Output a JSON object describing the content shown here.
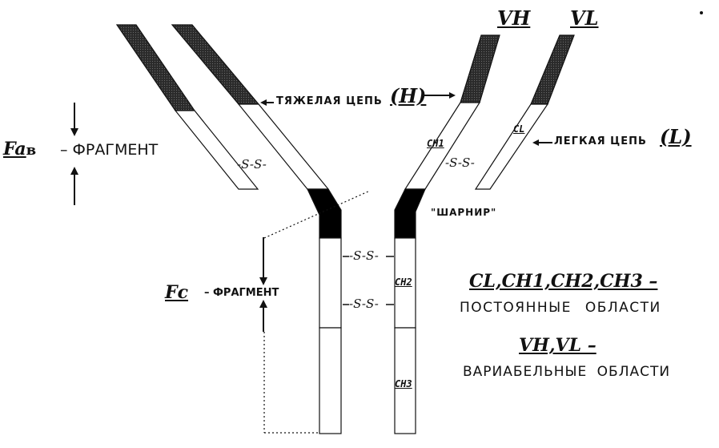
{
  "labels": {
    "vh_top": "VH",
    "vl_top": "VL",
    "heavy_chain": "ТЯЖЕЛАЯ ЦЕПЬ",
    "heavy_chain_symbol": "(H)",
    "light_chain": "ЛЕГКАЯ ЦЕПЬ",
    "light_chain_symbol": "(L)",
    "fab_symbol": "Fa",
    "fab_suffix": "в",
    "fab_fragment": "– ФРАГМЕНТ",
    "fc_symbol": "Fc",
    "fc_fragment": "– ФРАГМЕНТ",
    "hinge": "\"ШАРНИР\"",
    "disulfide": "-S-S-",
    "ch1": "CH1",
    "cl": "CL",
    "ch2": "CH2",
    "ch3": "CH3"
  },
  "legend": {
    "constant_header": "CL,CH1,CH2,CH3 –",
    "constant_text": "ПОСТОЯННЫЕ ОБЛАСТИ",
    "variable_header": "VH,VL –",
    "variable_text": "ВАРИАБЕЛЬНЫЕ ОБЛАСТИ"
  },
  "colors": {
    "ink": "#111111",
    "fill": "#ffffff",
    "variable_region": "#3a3a3a",
    "hinge_region": "#000000"
  }
}
